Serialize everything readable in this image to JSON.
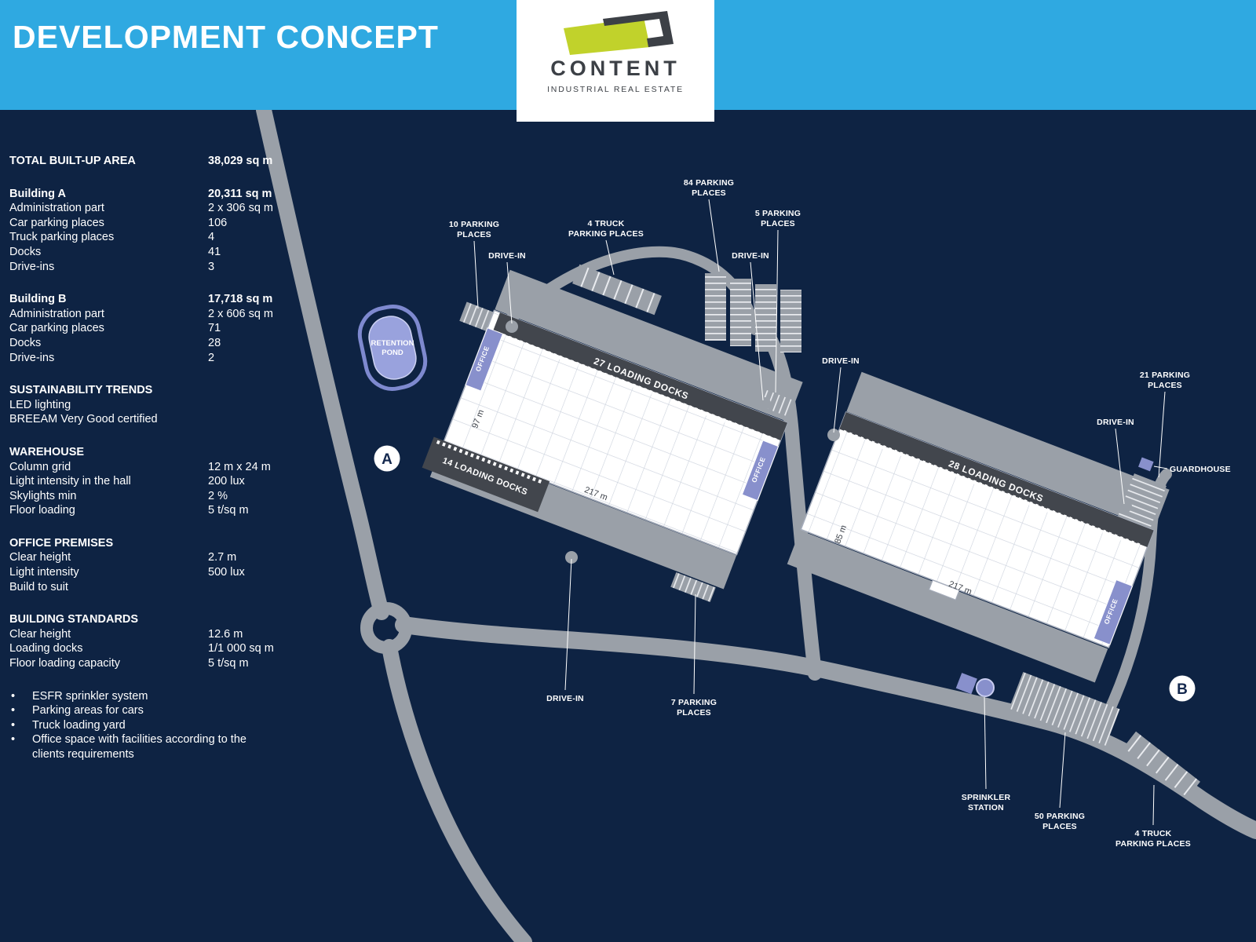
{
  "colors": {
    "header_blue": "#2FA9E1",
    "background_navy": "#0E2343",
    "logo_lime": "#C1D22B",
    "office_purple": "#8890CC",
    "dock_band_gray": "#42464D",
    "road_gray": "#9AA0A8"
  },
  "header": {
    "title": "DEVELOPMENT CONCEPT",
    "logo_name": "CONTENT",
    "logo_tagline": "INDUSTRIAL REAL ESTATE"
  },
  "specs": {
    "bullet": "•",
    "total_label": "TOTAL BUILT-UP AREA",
    "total_value": "38,029 sq m",
    "building_a_title": "Building A",
    "building_a_area": "20,311 sq m",
    "building_a_rows": [
      {
        "label": "Administration part",
        "value": "2 x 306 sq m"
      },
      {
        "label": "Car parking places",
        "value": "106"
      },
      {
        "label": "Truck parking places",
        "value": "4"
      },
      {
        "label": "Docks",
        "value": "41"
      },
      {
        "label": "Drive-ins",
        "value": "3"
      }
    ],
    "building_b_title": "Building B",
    "building_b_area": "17,718 sq m",
    "building_b_rows": [
      {
        "label": "Administration part",
        "value": "2 x 606 sq m"
      },
      {
        "label": "Car parking places",
        "value": "71"
      },
      {
        "label": "Docks",
        "value": "28"
      },
      {
        "label": "Drive-ins",
        "value": "2"
      }
    ],
    "sustainability_title": "SUSTAINABILITY TRENDS",
    "sustainability_rows": [
      "LED lighting",
      "BREEAM Very Good certified"
    ],
    "warehouse_title": "WAREHOUSE",
    "warehouse_rows": [
      {
        "label": "Column grid",
        "value": "12 m x 24 m"
      },
      {
        "label": "Light intensity in the hall",
        "value": "200 lux"
      },
      {
        "label": "Skylights min",
        "value": "2 %"
      },
      {
        "label": "Floor loading",
        "value": "5 t/sq m"
      }
    ],
    "office_title": "OFFICE PREMISES",
    "office_rows": [
      {
        "label": "Clear height",
        "value": "2.7 m"
      },
      {
        "label": "Light intensity",
        "value": "500 lux"
      },
      {
        "label": "Build to suit",
        "value": ""
      }
    ],
    "standards_title": "BUILDING STANDARDS",
    "standards_rows": [
      {
        "label": "Clear height",
        "value": "12.6 m"
      },
      {
        "label": "Loading docks",
        "value": "1/1 000 sq m"
      },
      {
        "label": "Floor loading capacity",
        "value": "5 t/sq m"
      }
    ],
    "features": [
      "ESFR sprinkler system",
      "Parking areas for cars",
      "Truck loading yard",
      "Office space with facilities according to the clients requirements"
    ]
  },
  "plan": {
    "pond_line1": "RETENTION",
    "pond_line2": "POND",
    "building_a_marker": "A",
    "building_b_marker": "B",
    "docks_a_top": "27 LOADING DOCKS",
    "docks_a_side": "14 LOADING DOCKS",
    "docks_b_top": "28 LOADING DOCKS",
    "office_label": "OFFICE",
    "dim_a_length": "217 m",
    "dim_a_width": "97 m",
    "dim_b_length": "217 m",
    "dim_b_width": "85 m",
    "labels": {
      "parking10": [
        "10 PARKING",
        "PLACES"
      ],
      "drive_in": "DRIVE-IN",
      "truck4_top": [
        "4 TRUCK",
        "PARKING PLACES"
      ],
      "parking84": [
        "84 PARKING",
        "PLACES"
      ],
      "parking5": [
        "5 PARKING",
        "PLACES"
      ],
      "parking21": [
        "21 PARKING",
        "PLACES"
      ],
      "guardhouse": "GUARDHOUSE",
      "parking7": [
        "7 PARKING",
        "PLACES"
      ],
      "sprinkler": [
        "SPRINKLER",
        "STATION"
      ],
      "parking50": [
        "50 PARKING",
        "PLACES"
      ],
      "truck4_bottom": [
        "4 TRUCK",
        "PARKING PLACES"
      ]
    }
  }
}
